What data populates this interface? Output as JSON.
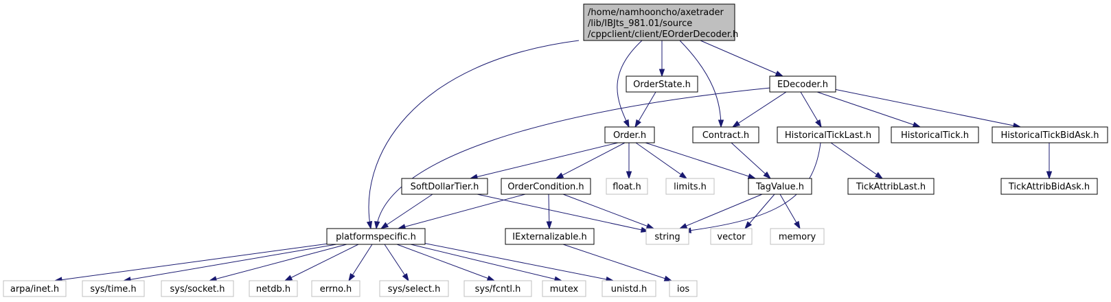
{
  "colors": {
    "root_fill": "#bfbfbf",
    "node_fill": "#ffffff",
    "project_border": "#000000",
    "system_border": "#bfbfbf",
    "system_text": "#404040",
    "edge": "#191970"
  },
  "nodes": [
    {
      "id": "root",
      "lines": [
        "/home/namhooncho/axetrader",
        "/lib/IBJts_981.01/source",
        "/cppclient/client/EOrderDecoder.h"
      ],
      "kind": "root"
    },
    {
      "id": "orderstate",
      "lines": [
        "OrderState.h"
      ],
      "kind": "project"
    },
    {
      "id": "edecoder",
      "lines": [
        "EDecoder.h"
      ],
      "kind": "project"
    },
    {
      "id": "order",
      "lines": [
        "Order.h"
      ],
      "kind": "project"
    },
    {
      "id": "contract",
      "lines": [
        "Contract.h"
      ],
      "kind": "project"
    },
    {
      "id": "histticklast",
      "lines": [
        "HistoricalTickLast.h"
      ],
      "kind": "project"
    },
    {
      "id": "histtick",
      "lines": [
        "HistoricalTick.h"
      ],
      "kind": "project"
    },
    {
      "id": "histtickbidask",
      "lines": [
        "HistoricalTickBidAsk.h"
      ],
      "kind": "project"
    },
    {
      "id": "softdollartier",
      "lines": [
        "SoftDollarTier.h"
      ],
      "kind": "project"
    },
    {
      "id": "ordercondition",
      "lines": [
        "OrderCondition.h"
      ],
      "kind": "project"
    },
    {
      "id": "float",
      "lines": [
        "float.h"
      ],
      "kind": "system"
    },
    {
      "id": "limits",
      "lines": [
        "limits.h"
      ],
      "kind": "system"
    },
    {
      "id": "tagvalue",
      "lines": [
        "TagValue.h"
      ],
      "kind": "project"
    },
    {
      "id": "tickattriblast",
      "lines": [
        "TickAttribLast.h"
      ],
      "kind": "project"
    },
    {
      "id": "tickattribbidask",
      "lines": [
        "TickAttribBidAsk.h"
      ],
      "kind": "project"
    },
    {
      "id": "platformspecific",
      "lines": [
        "platformspecific.h"
      ],
      "kind": "project"
    },
    {
      "id": "iexternalizable",
      "lines": [
        "IExternalizable.h"
      ],
      "kind": "project"
    },
    {
      "id": "string",
      "lines": [
        "string"
      ],
      "kind": "system"
    },
    {
      "id": "vector",
      "lines": [
        "vector"
      ],
      "kind": "system"
    },
    {
      "id": "memory",
      "lines": [
        "memory"
      ],
      "kind": "system"
    },
    {
      "id": "arpainet",
      "lines": [
        "arpa/inet.h"
      ],
      "kind": "system"
    },
    {
      "id": "systime",
      "lines": [
        "sys/time.h"
      ],
      "kind": "system"
    },
    {
      "id": "syssocket",
      "lines": [
        "sys/socket.h"
      ],
      "kind": "system"
    },
    {
      "id": "netdb",
      "lines": [
        "netdb.h"
      ],
      "kind": "system"
    },
    {
      "id": "errno",
      "lines": [
        "errno.h"
      ],
      "kind": "system"
    },
    {
      "id": "sysselect",
      "lines": [
        "sys/select.h"
      ],
      "kind": "system"
    },
    {
      "id": "sysfcntl",
      "lines": [
        "sys/fcntl.h"
      ],
      "kind": "system"
    },
    {
      "id": "mutex",
      "lines": [
        "mutex"
      ],
      "kind": "system"
    },
    {
      "id": "unistd",
      "lines": [
        "unistd.h"
      ],
      "kind": "system"
    },
    {
      "id": "ios",
      "lines": [
        "ios"
      ],
      "kind": "system"
    }
  ],
  "edges": [
    {
      "from": "root",
      "to": "platformspecific"
    },
    {
      "from": "root",
      "to": "order"
    },
    {
      "from": "root",
      "to": "orderstate"
    },
    {
      "from": "root",
      "to": "contract"
    },
    {
      "from": "root",
      "to": "edecoder"
    },
    {
      "from": "orderstate",
      "to": "order"
    },
    {
      "from": "edecoder",
      "to": "platformspecific"
    },
    {
      "from": "edecoder",
      "to": "contract"
    },
    {
      "from": "edecoder",
      "to": "histticklast"
    },
    {
      "from": "edecoder",
      "to": "histtick"
    },
    {
      "from": "edecoder",
      "to": "histtickbidask"
    },
    {
      "from": "order",
      "to": "softdollartier"
    },
    {
      "from": "order",
      "to": "ordercondition"
    },
    {
      "from": "order",
      "to": "float"
    },
    {
      "from": "order",
      "to": "limits"
    },
    {
      "from": "order",
      "to": "tagvalue"
    },
    {
      "from": "contract",
      "to": "tagvalue"
    },
    {
      "from": "histticklast",
      "to": "tickattriblast"
    },
    {
      "from": "histticklast",
      "to": "string"
    },
    {
      "from": "histtickbidask",
      "to": "tickattribbidask"
    },
    {
      "from": "softdollartier",
      "to": "platformspecific"
    },
    {
      "from": "softdollartier",
      "to": "string"
    },
    {
      "from": "ordercondition",
      "to": "platformspecific"
    },
    {
      "from": "ordercondition",
      "to": "iexternalizable"
    },
    {
      "from": "ordercondition",
      "to": "string"
    },
    {
      "from": "tagvalue",
      "to": "string"
    },
    {
      "from": "tagvalue",
      "to": "vector"
    },
    {
      "from": "tagvalue",
      "to": "memory"
    },
    {
      "from": "platformspecific",
      "to": "arpainet"
    },
    {
      "from": "platformspecific",
      "to": "systime"
    },
    {
      "from": "platformspecific",
      "to": "syssocket"
    },
    {
      "from": "platformspecific",
      "to": "netdb"
    },
    {
      "from": "platformspecific",
      "to": "errno"
    },
    {
      "from": "platformspecific",
      "to": "sysselect"
    },
    {
      "from": "platformspecific",
      "to": "sysfcntl"
    },
    {
      "from": "platformspecific",
      "to": "mutex"
    },
    {
      "from": "platformspecific",
      "to": "unistd"
    },
    {
      "from": "iexternalizable",
      "to": "ios"
    }
  ]
}
